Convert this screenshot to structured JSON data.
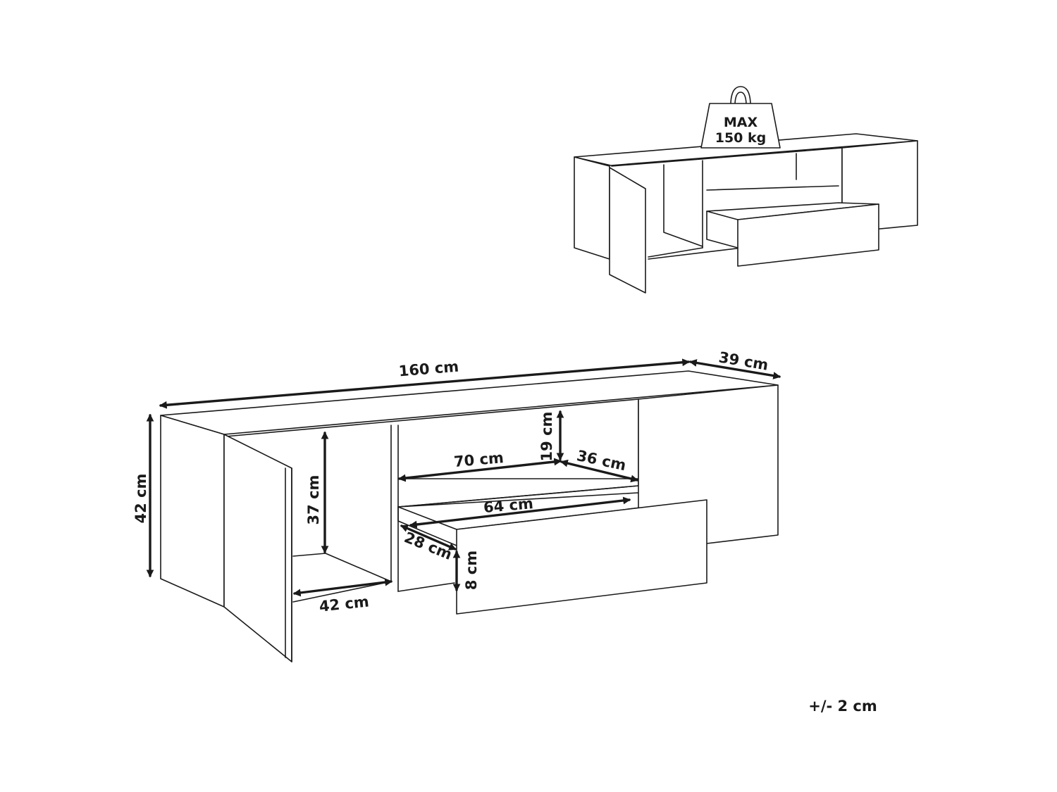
{
  "weight": {
    "line1": "MAX",
    "line2": "150 kg"
  },
  "dimensions": {
    "width": "160 cm",
    "depth": "39 cm",
    "height": "42 cm",
    "cabinet_height": "37 cm",
    "cabinet_width": "42 cm",
    "shelf_width": "70 cm",
    "shelf_height": "19 cm",
    "shelf_depth": "36 cm",
    "drawer_width": "64 cm",
    "drawer_depth": "28 cm",
    "drawer_height": "8 cm"
  },
  "tolerance": "+/- 2 cm"
}
